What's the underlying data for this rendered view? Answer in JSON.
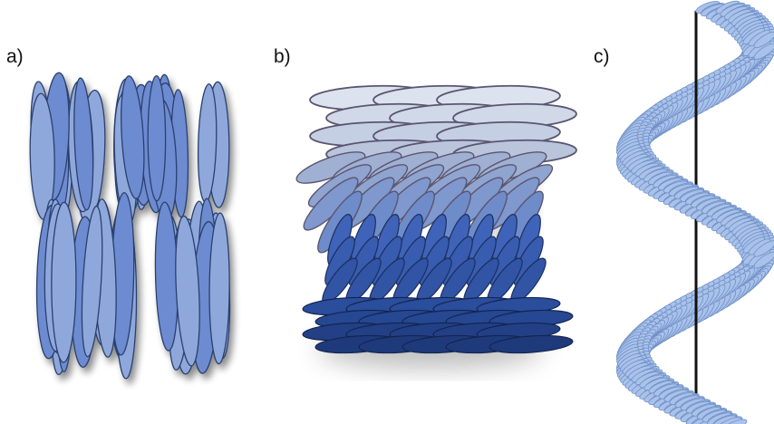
{
  "panels": [
    {
      "id": "a",
      "label": "a)"
    },
    {
      "id": "b",
      "label": "b)"
    },
    {
      "id": "c",
      "label": "c)"
    }
  ],
  "colors": {
    "ellipse_fill_light": "#8fa8dc",
    "ellipse_fill_mid": "#6d8bd0",
    "ellipse_stroke": "#2b3f6e",
    "smectic_top_fill": "#c8d2e6",
    "smectic_stroke": "#5a5570",
    "nematic_fill_dark": "#1f3a7a",
    "helix_fill": "#a9c2ea",
    "helix_axis": "#111111"
  }
}
